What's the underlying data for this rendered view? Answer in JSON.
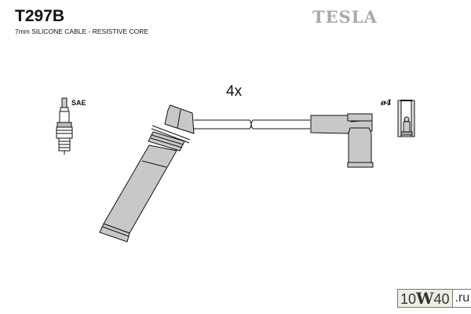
{
  "header": {
    "part_number": "T297B",
    "description": "7mm SILICONE CABLE -  RESISTIVE CORE",
    "brand": "TESLA"
  },
  "diagram": {
    "quantity_label": "4x",
    "spark_plug_label": "SAE",
    "terminal_label": "ø4"
  },
  "watermark": {
    "prefix": "10",
    "middle": "W",
    "suffix": "40",
    "tld": ".ru"
  },
  "colors": {
    "part_fill": "#c8c8c8",
    "outline": "#111111",
    "brand": "#a9a9a9"
  }
}
